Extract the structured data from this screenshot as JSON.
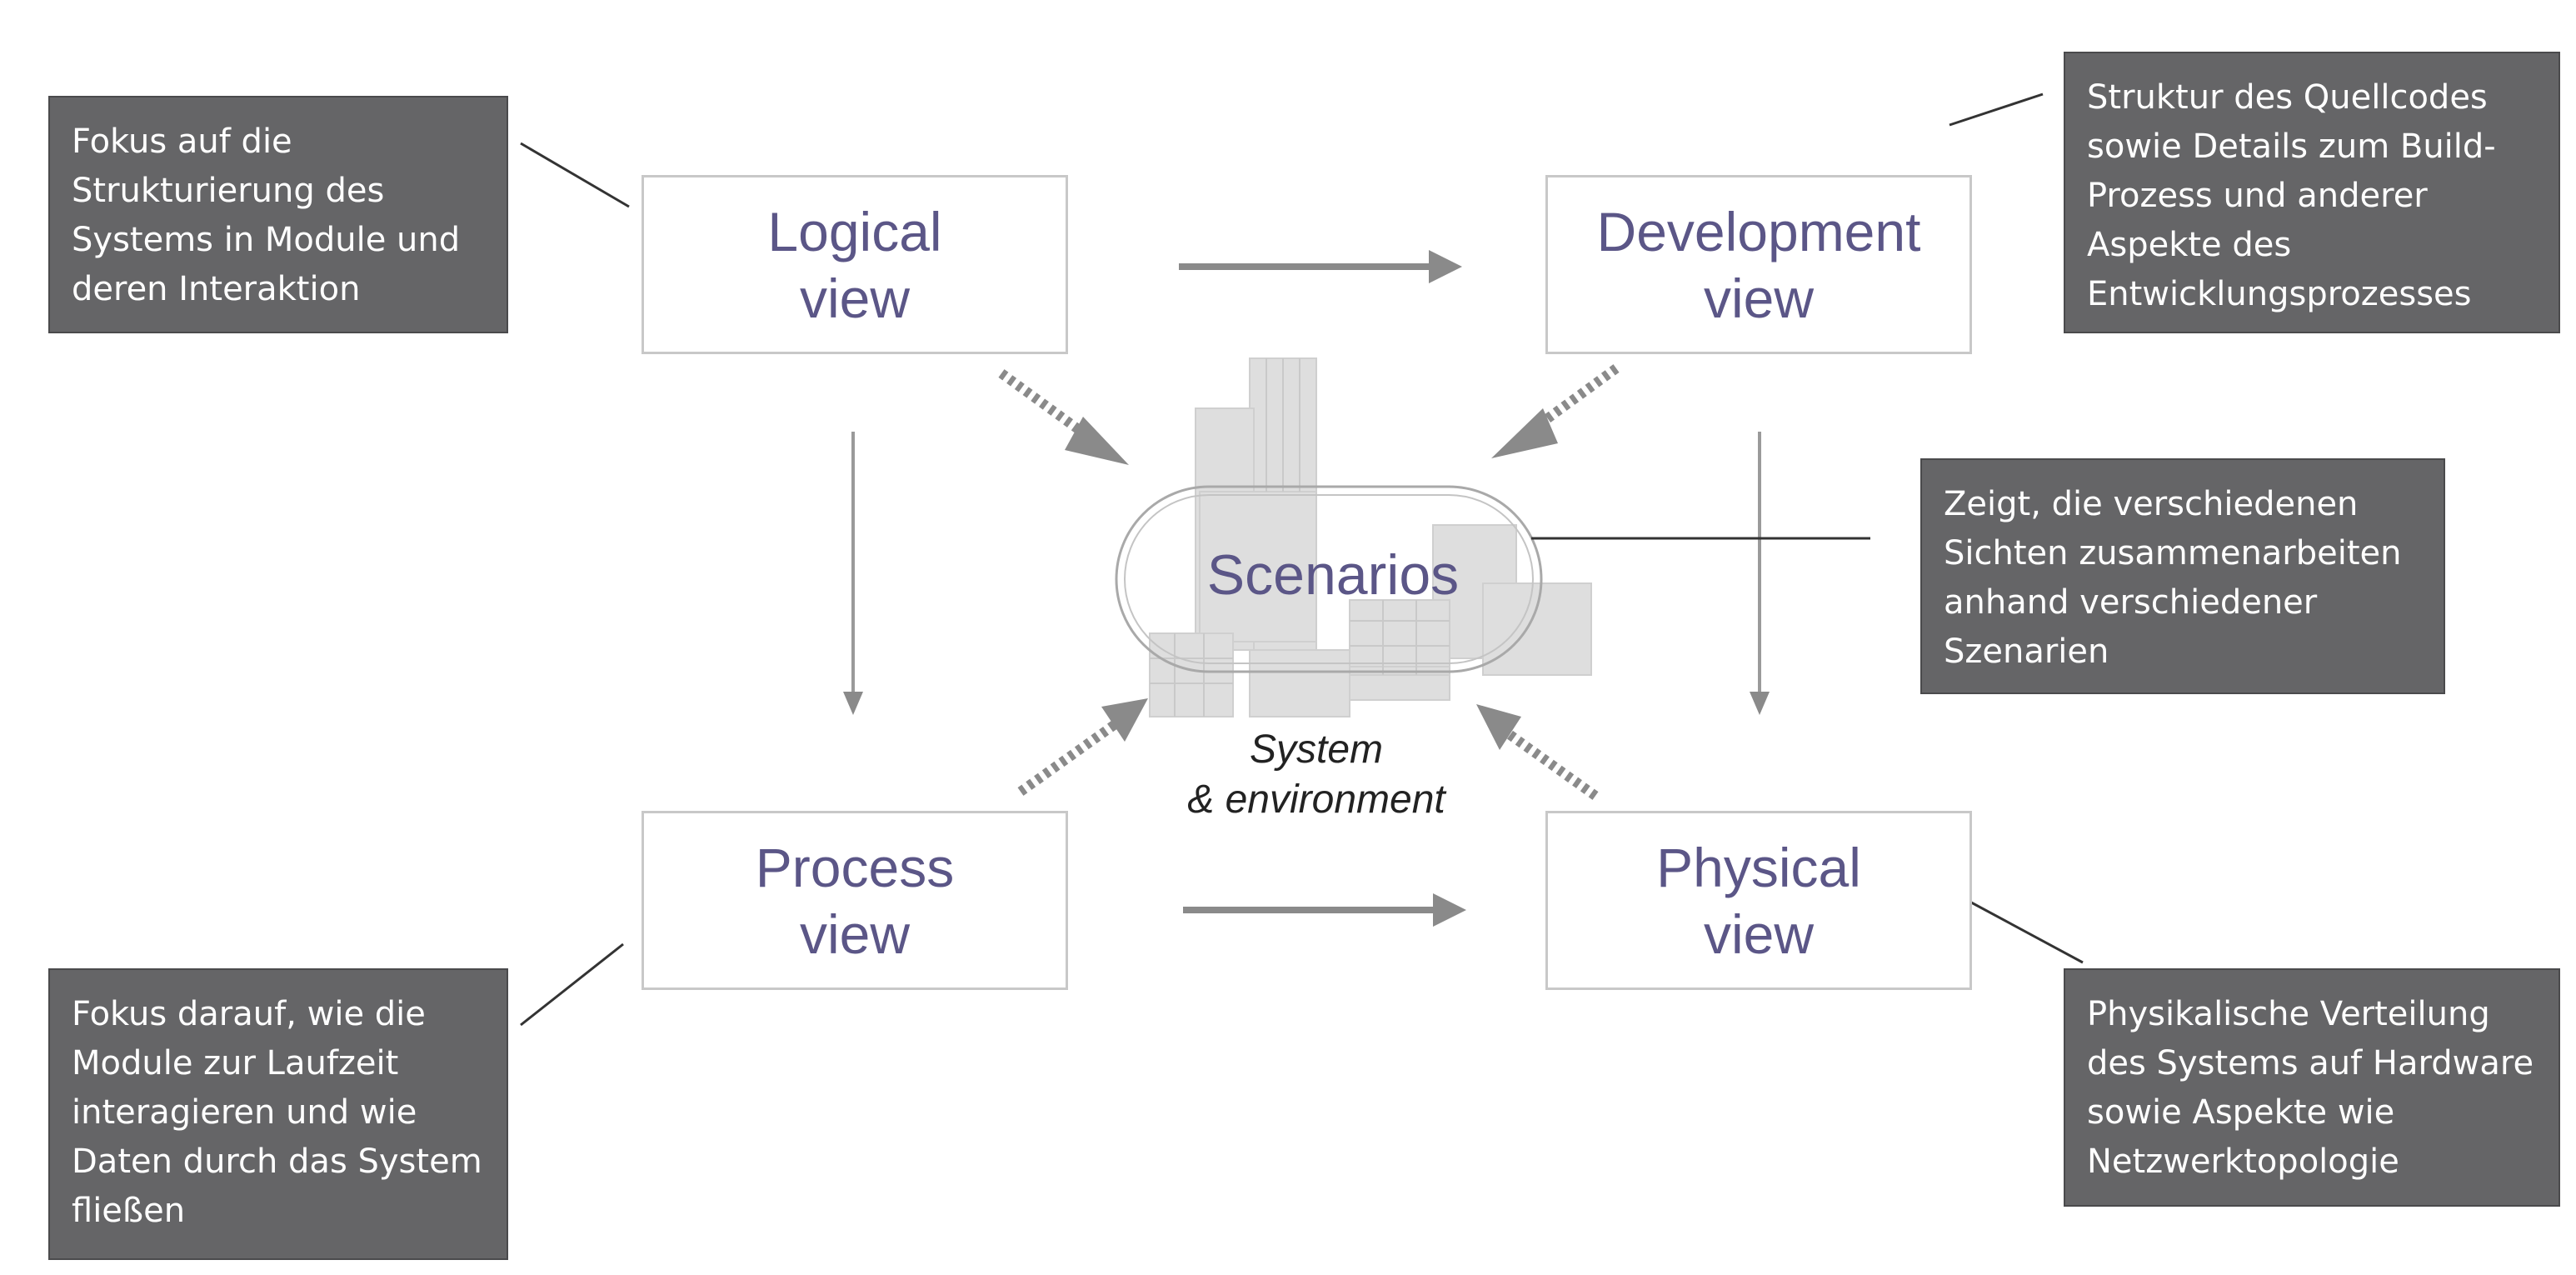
{
  "views": {
    "logical": "Logical\nview",
    "development": "Development\nview",
    "process": "Process\nview",
    "physical": "Physical\nview"
  },
  "center": {
    "scenarios": "Scenarios",
    "system_environment": "System\n& environment"
  },
  "notes": {
    "logical": "Fokus auf die\nStrukturierung des\nSystems in Module und\nderen Interaktion",
    "development": "Struktur des Quellcodes\nsowie Details zum Build-\nProzess und anderer\nAspekte des\nEntwicklungsprozesses",
    "scenarios": "Zeigt, die verschiedenen\nSichten zusammenarbeiten\nanhand verschiedener\nSzenarien",
    "process": "Fokus darauf, wie die\nModule zur Laufzeit\ninteragieren und wie\nDaten durch das System\nfließen",
    "physical": "Physikalische Verteilung\ndes Systems auf Hardware\nsowie Aspekte wie\nNetzwerktopologie"
  },
  "colors": {
    "view_text": "#5b5687",
    "note_bg": "#656567",
    "arrow": "#8a8a8a",
    "building": "#dedede"
  }
}
